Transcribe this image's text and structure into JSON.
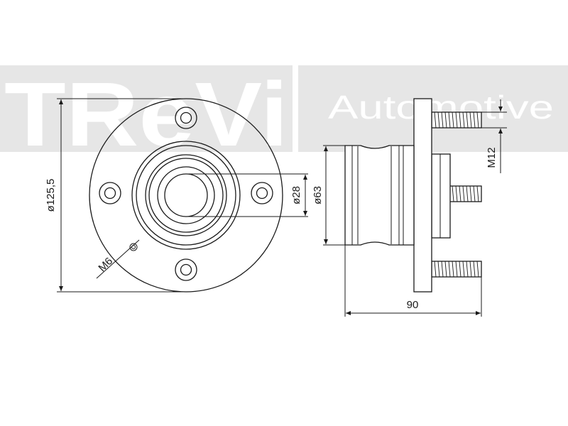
{
  "watermark": {
    "brand": "TReVi",
    "tagline": "Automotive",
    "band_color": "#e6e6e6",
    "text_color": "#dedede",
    "tagline_color": "#ffffff"
  },
  "dimensions": {
    "flange_diameter": "ø125,5",
    "bore_diameter": "ø28",
    "bolt_thread": "M6",
    "hub_diameter": "ø63",
    "stud_thread": "M12",
    "overall_length": "90"
  },
  "colors": {
    "line": "#1a1a1a",
    "background": "#ffffff"
  }
}
